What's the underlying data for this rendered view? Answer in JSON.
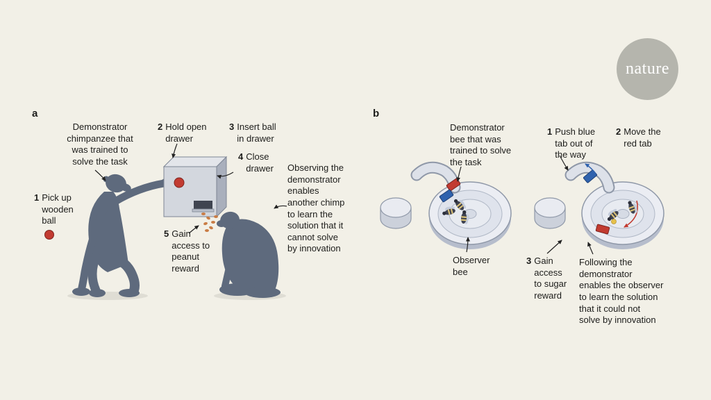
{
  "logo": {
    "text": "nature"
  },
  "colors": {
    "background": "#f2f0e7",
    "ink": "#1d1d1b",
    "silhouette": "#5e6a7d",
    "red": "#c23b31",
    "blue": "#2f62ae",
    "logo_gray": "#b5b5ad",
    "arena_fill": "#ebedf3",
    "arena_line": "#8f98a8",
    "peanut": "#c97c45"
  },
  "panel_a": {
    "label": "a",
    "demonstrator_note": "Demonstrator\nchimpanzee that\nwas trained to\nsolve the task",
    "observer_note": "Observing the\ndemonstrator\nenables\nanother chimp\nto learn the\nsolution that it\ncannot solve\nby innovation",
    "steps": [
      {
        "num": "1",
        "text": "Pick up\nwooden\nball"
      },
      {
        "num": "2",
        "text": "Hold open\ndrawer"
      },
      {
        "num": "3",
        "text": "Insert ball\nin drawer"
      },
      {
        "num": "4",
        "text": "Close\ndrawer"
      },
      {
        "num": "5",
        "text": "Gain\naccess to\npeanut\nreward"
      }
    ]
  },
  "panel_b": {
    "label": "b",
    "demonstrator_note": "Demonstrator\nbee that was\ntrained to solve\nthe task",
    "observer_label": "Observer\nbee",
    "following_note": "Following the\ndemonstrator\nenables the observer\nto learn the solution\nthat it could not\nsolve by innovation",
    "steps": [
      {
        "num": "1",
        "text": "Push blue\ntab out of\nthe way"
      },
      {
        "num": "2",
        "text": "Move the\nred tab"
      },
      {
        "num": "3",
        "text": "Gain\naccess\nto sugar\nreward"
      }
    ]
  }
}
